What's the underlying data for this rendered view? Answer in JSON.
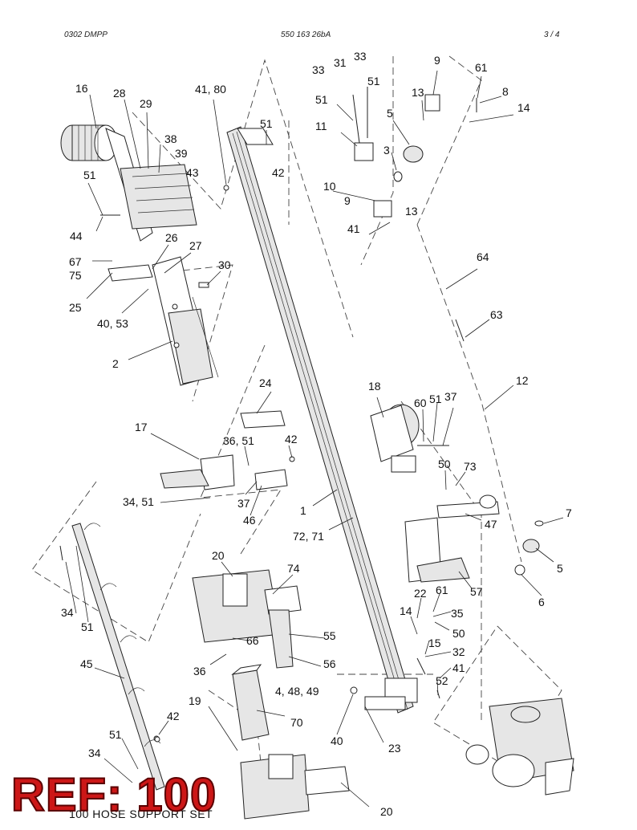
{
  "header": {
    "left": "0302 DMPP",
    "center": "550 163 26bA",
    "right": "3 /   4"
  },
  "callouts": [
    "16",
    "28",
    "29",
    "41, 80",
    "51",
    "42",
    "38",
    "39",
    "43",
    "51",
    "44",
    "26",
    "27",
    "67",
    "75",
    "25",
    "30",
    "40, 53",
    "2",
    "24",
    "17",
    "36, 51",
    "42",
    "34, 51",
    "37",
    "46",
    "1",
    "72, 71",
    "33",
    "31",
    "33",
    "51",
    "11",
    "9",
    "51",
    "13",
    "5",
    "3",
    "10",
    "9",
    "13",
    "41",
    "61",
    "8",
    "14",
    "64",
    "63",
    "12",
    "18",
    "60",
    "51",
    "37",
    "50",
    "73",
    "7",
    "47",
    "5",
    "6",
    "57",
    "22",
    "61",
    "35",
    "14",
    "50",
    "15",
    "32",
    "41",
    "52",
    "20",
    "74",
    "34",
    "51",
    "66",
    "55",
    "36",
    "56",
    "4, 48, 49",
    "45",
    "19",
    "70",
    "42",
    "51",
    "34",
    "40",
    "23",
    "20"
  ],
  "caption": "100 HOSE SUPPORT SET",
  "stamp": "REF: 100",
  "colors": {
    "stamp": "#cc1717",
    "stamp_outline": "#5a0000"
  }
}
